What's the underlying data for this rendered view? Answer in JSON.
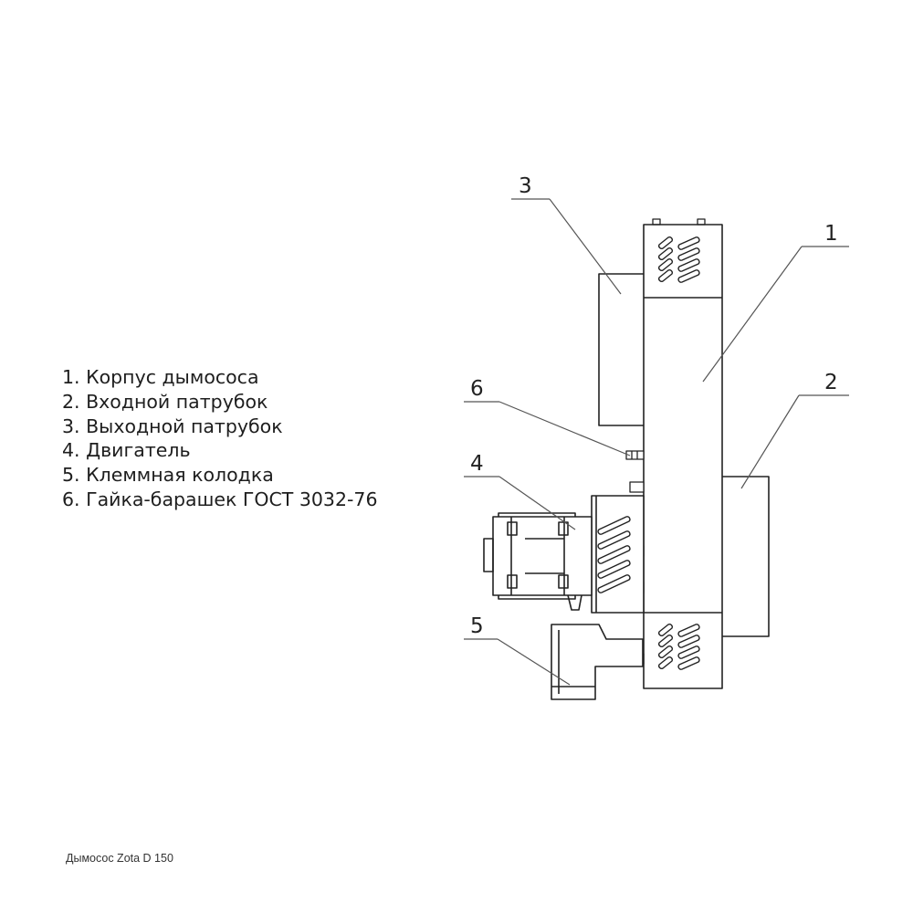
{
  "legend": [
    "1. Корпус дымососа",
    "2. Входной патрубок",
    "3. Выходной патрубок",
    "4. Двигатель",
    "5. Клеммная колодка",
    "6. Гайка-барашек ГОСТ 3032-76"
  ],
  "callouts": {
    "housing": "1",
    "inlet": "2",
    "outlet": "3",
    "motor": "4",
    "terminal": "5",
    "nut": "6"
  },
  "caption": "Дымосос Zota D 150",
  "colors": {
    "line": "#222222",
    "leader": "#555555",
    "text": "#1e1e1e"
  }
}
